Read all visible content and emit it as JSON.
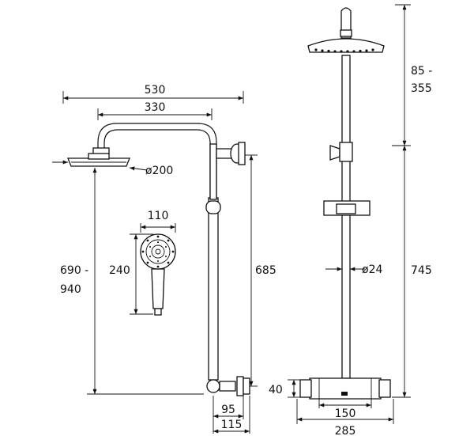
{
  "side_view": {
    "overall_width": "530",
    "arm_length": "330",
    "head_diameter": "ø200",
    "handset_width": "110",
    "handset_length": "240",
    "height_range_top": "690 -",
    "height_range_bottom": "940",
    "riser_length": "685",
    "wall_offset_small": "95",
    "wall_offset_large": "115"
  },
  "front_view": {
    "head_adjust_top": "85 -",
    "head_adjust_bottom": "355",
    "rail_length": "745",
    "pipe_diameter": "ø24",
    "valve_height": "40",
    "inlet_centres": "150",
    "valve_width": "285"
  }
}
